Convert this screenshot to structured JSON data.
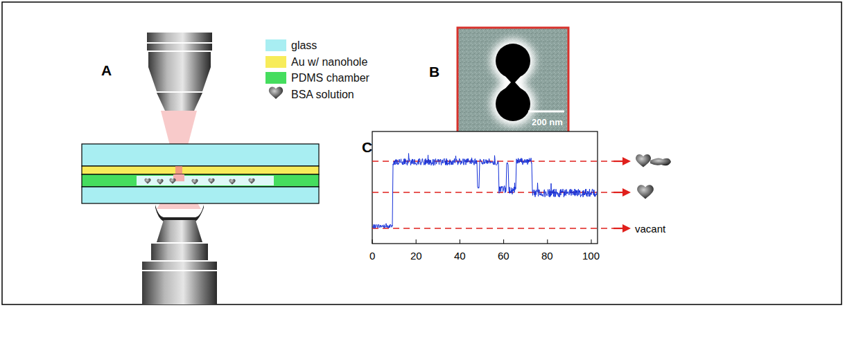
{
  "diagram": {
    "labels": [
      "A",
      "B",
      "C",
      "200 nm",
      "0",
      "20",
      "40",
      "60",
      "80",
      "100",
      "vacant"
    ],
    "legend": [
      {
        "text": "glass",
        "color": "#a8eef2"
      },
      {
        "text": "Au w/ nanohole",
        "color": "#f7ec5a"
      },
      {
        "text": "PDMS chamber",
        "color": "#45dd5e"
      },
      {
        "text": "BSA solution"
      }
    ]
  }
}
